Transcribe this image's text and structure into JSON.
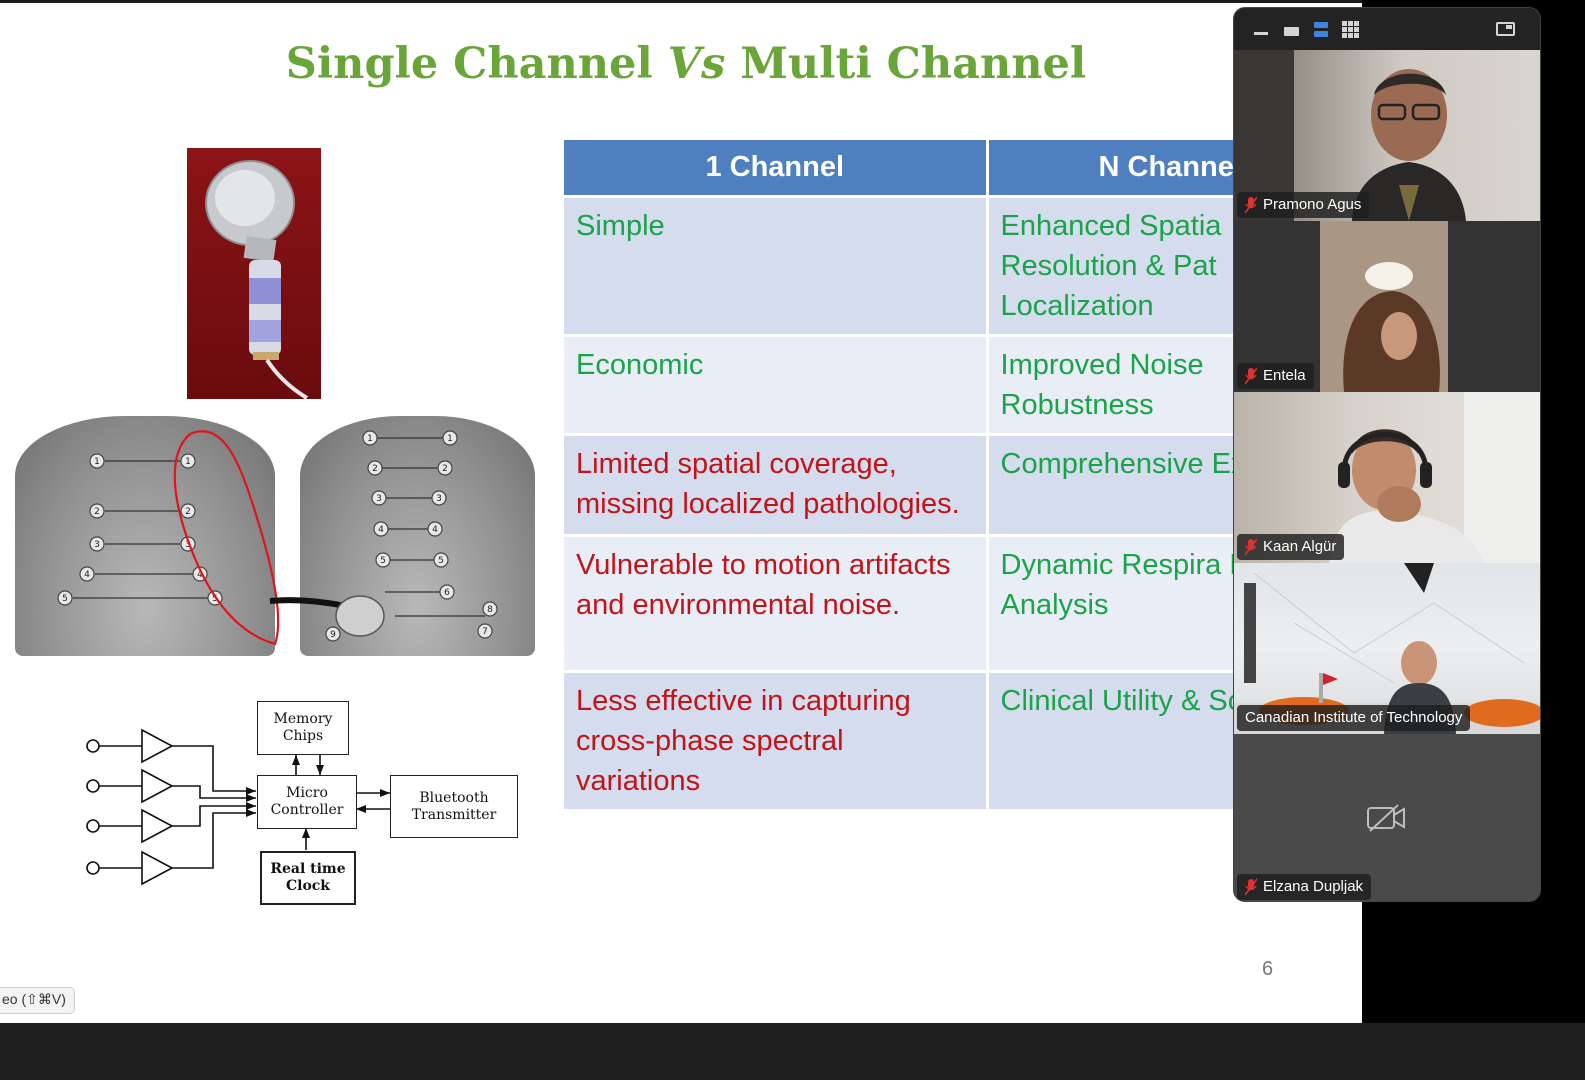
{
  "slide": {
    "title_part1": "Single Channel ",
    "title_vs": "Vs",
    "title_part2": " Multi Channel",
    "page_number": "6",
    "table": {
      "headers": [
        "1 Channel",
        "N Channe"
      ],
      "rows": [
        {
          "c1": "Simple",
          "c1_color": "green",
          "c2": "Enhanced Spatia Resolution & Pat Localization"
        },
        {
          "c1": "Economic",
          "c1_color": "green",
          "c2": "Improved Noise Robustness"
        },
        {
          "c1": "Limited spatial coverage, missing localized pathologies.",
          "c1_color": "red",
          "c2": "Comprehensive Extraction"
        },
        {
          "c1": "Vulnerable to motion artifacts and environmental noise.",
          "c1_color": "red",
          "c2": "Dynamic Respira Phase Analysis"
        },
        {
          "c1": "Less effective in capturing cross-phase spectral variations",
          "c1_color": "red",
          "c2": "Clinical Utility & Scalability"
        }
      ]
    },
    "diagram": {
      "memory": "Memory Chips",
      "micro": "Micro Controller",
      "bluetooth": "Bluetooth Transmitter",
      "clock": "Real time Clock"
    },
    "torso_labels": {
      "front": [
        "1",
        "2",
        "3",
        "4",
        "5"
      ],
      "back": [
        "1",
        "2",
        "3",
        "4",
        "5",
        "6",
        "7",
        "8",
        "9"
      ]
    }
  },
  "tooltip": "eo (⇧⌘V)",
  "gallery": {
    "participants": [
      {
        "name": "Pramono Agus",
        "muted": true
      },
      {
        "name": "Entela",
        "muted": true
      },
      {
        "name": "Kaan Algür",
        "muted": true
      },
      {
        "name": "Canadian Institute of Technology",
        "muted": false
      },
      {
        "name": "Elzana Dupljak",
        "muted": true,
        "video_off": true
      }
    ],
    "toolbar_icons": [
      "minimize-icon",
      "thumbnail-view-icon",
      "speaker-view-icon",
      "gallery-view-icon",
      "restore-window-icon"
    ]
  },
  "colors": {
    "title_green": "#6aa539",
    "table_header": "#4f7fbf",
    "row_dark": "#d5dced",
    "row_light": "#e9edf6",
    "text_green": "#1aa34a",
    "text_red": "#c0141b",
    "muted_red": "#e0322f"
  }
}
